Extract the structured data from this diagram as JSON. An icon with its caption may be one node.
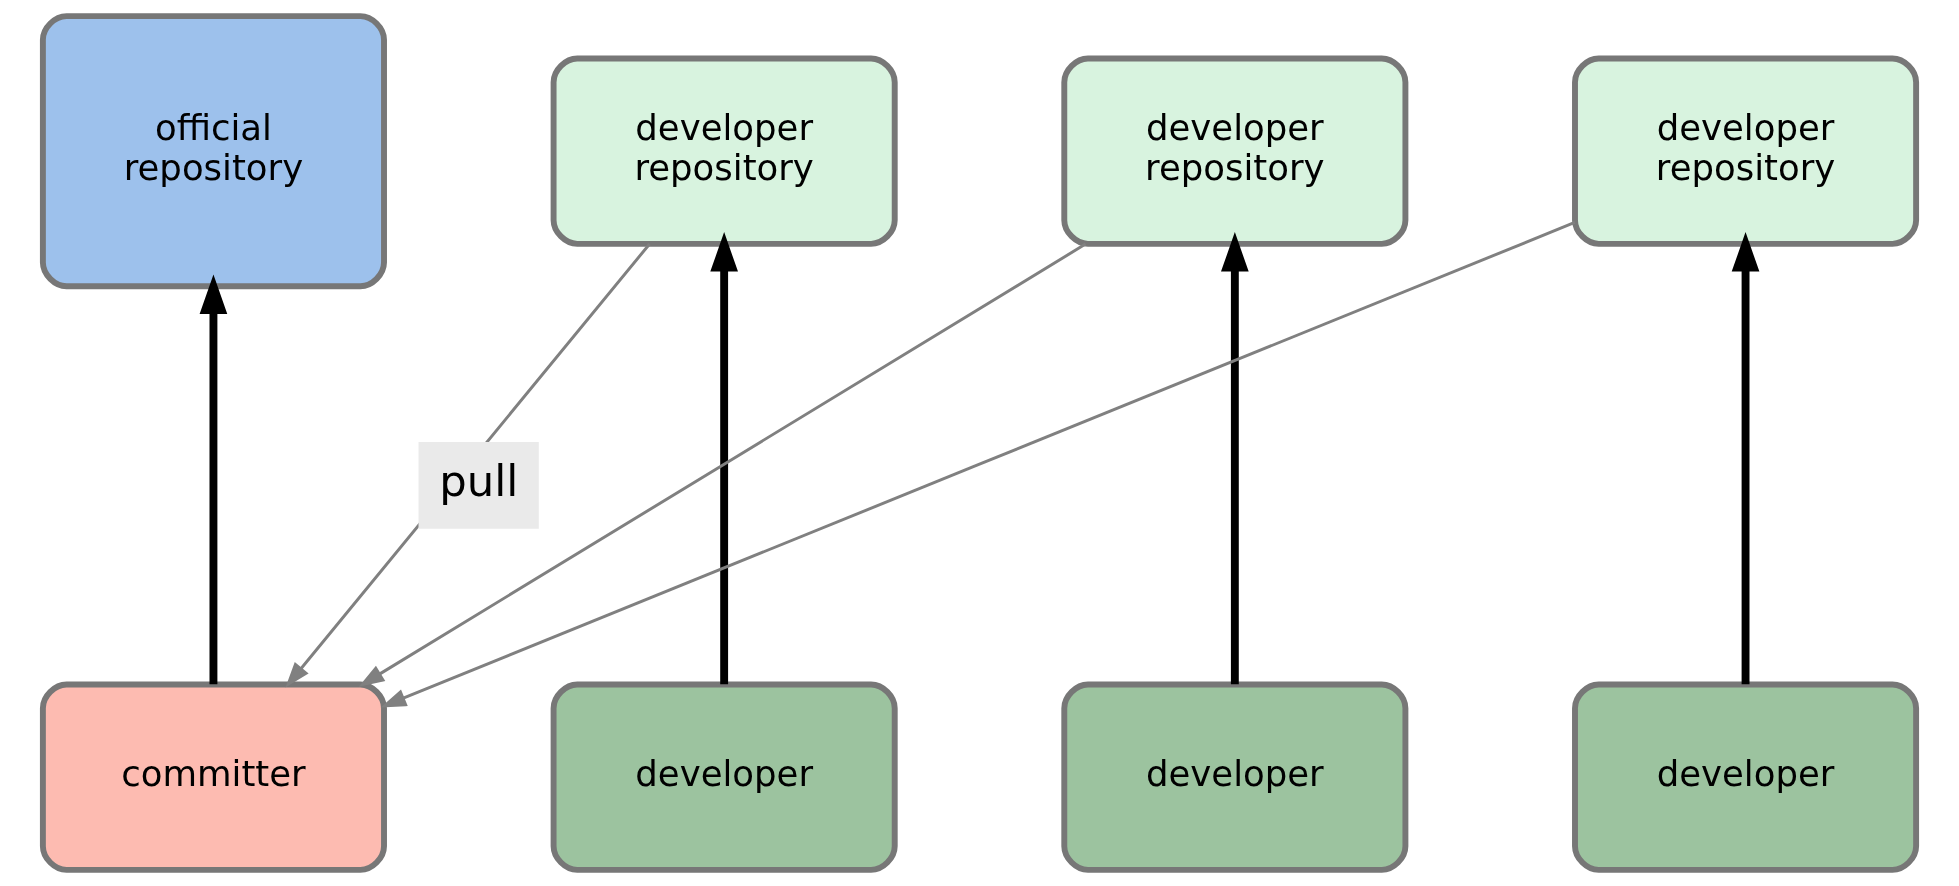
{
  "diagram": {
    "nodes": [
      {
        "text": [
          "official repository"
        ]
      },
      {
        "text": [
          "developer repository"
        ]
      },
      {
        "text": [
          "developer repository"
        ]
      },
      {
        "text": [
          "developer repository"
        ]
      },
      {
        "text": [
          "committer"
        ]
      },
      {
        "text": [
          "developer"
        ]
      },
      {
        "text": [
          "developer"
        ]
      },
      {
        "text": [
          "developer"
        ]
      }
    ],
    "edges": [
      {
        "from": 4,
        "to": 0,
        "arrow": "to"
      },
      {
        "from": 5,
        "to": 1,
        "arrow": "to"
      },
      {
        "from": 6,
        "to": 2,
        "arrow": "to"
      },
      {
        "from": 7,
        "to": 3,
        "arrow": "to"
      },
      {
        "from": 1,
        "to": 4,
        "arrow": "to",
        "color": "#808080",
        "label": "pull"
      },
      {
        "from": 2,
        "to": 4,
        "arrow": "to",
        "color": "#808080"
      },
      {
        "from": 3,
        "to": 4,
        "arrow": "to",
        "color": "#808080"
      }
    ]
  }
}
